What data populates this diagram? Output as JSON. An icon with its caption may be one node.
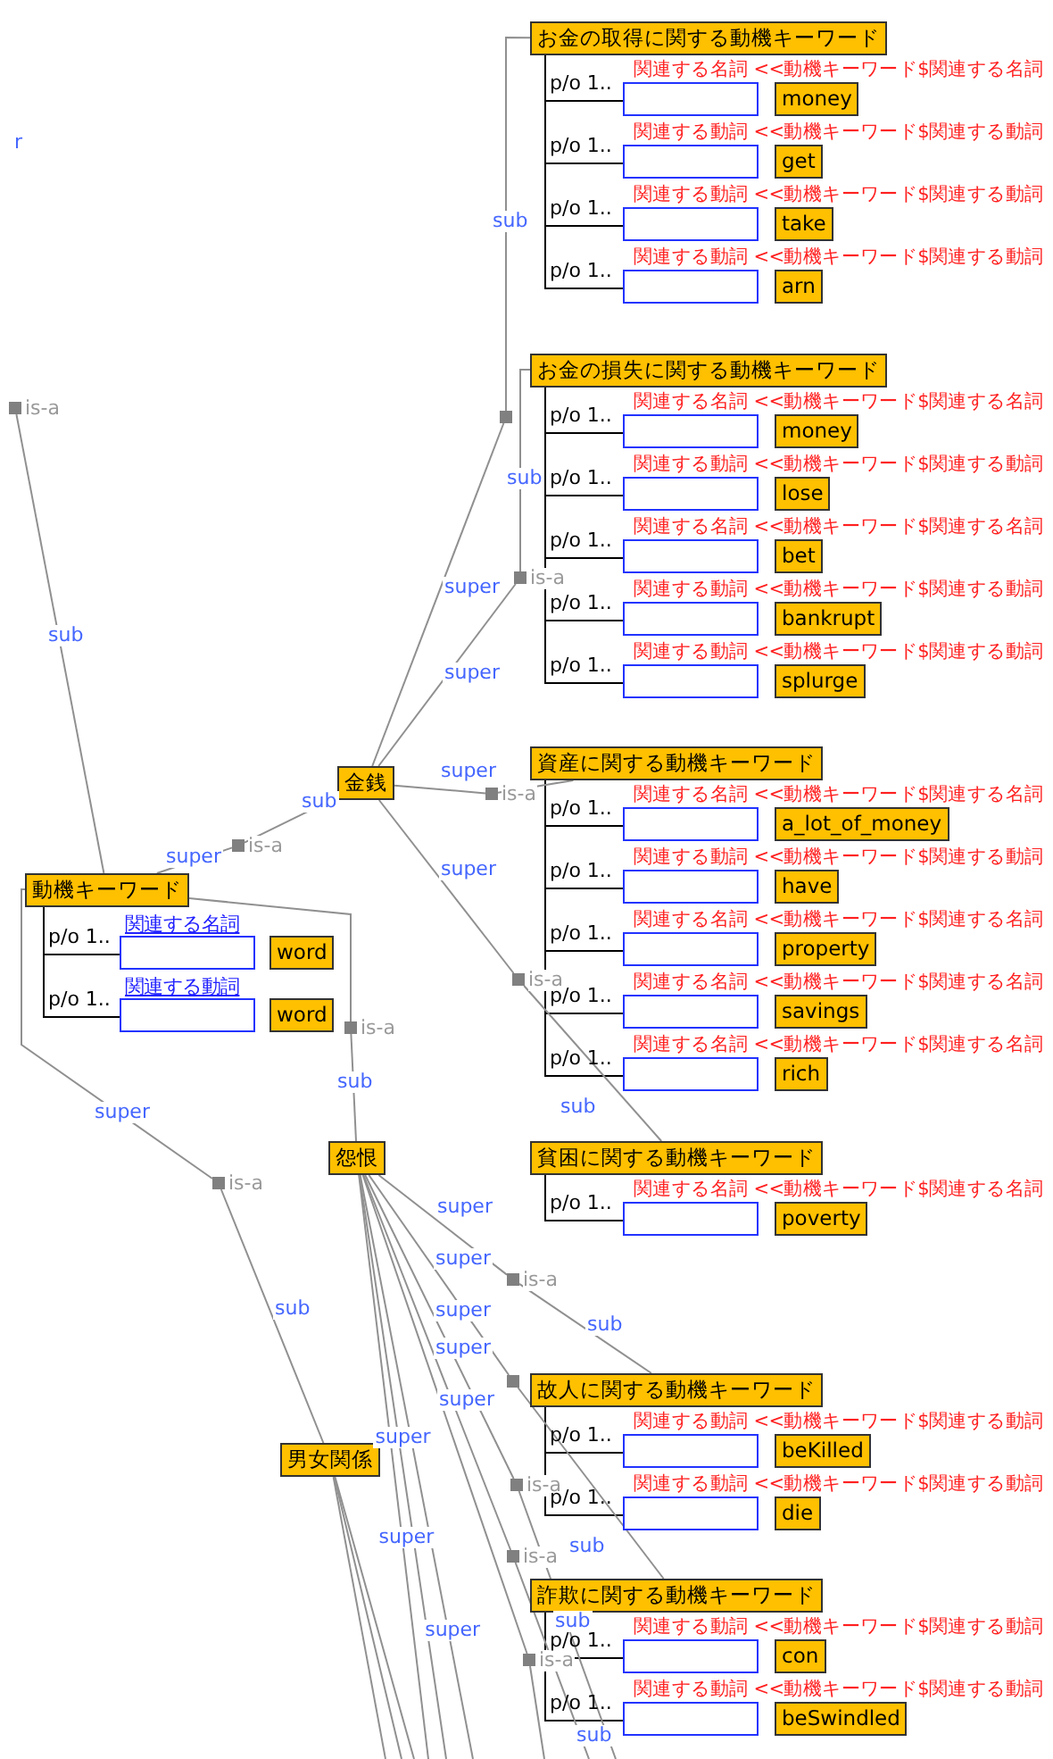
{
  "diagram": {
    "nodes": [
      {
        "text": [
          "動機キーワード"
        ]
      },
      {
        "text": [
          "関連する名詞"
        ]
      },
      {
        "text": [
          "word"
        ]
      },
      {
        "text": [
          "関連する動詞"
        ]
      },
      {
        "text": [
          "word"
        ]
      },
      {
        "text": [
          "金銭"
        ]
      },
      {
        "text": [
          "怨恨"
        ]
      },
      {
        "text": [
          "男女関係"
        ]
      },
      {
        "text": [
          "お金の取得に関する動機キーワード"
        ]
      },
      {
        "text": [
          "関連する名詞 <<動機キーワード$関連する名詞"
        ]
      },
      {
        "text": [
          "money"
        ]
      },
      {
        "text": [
          "関連する動詞 <<動機キーワード$関連する動詞"
        ]
      },
      {
        "text": [
          "get"
        ]
      },
      {
        "text": [
          "関連する動詞 <<動機キーワード$関連する動詞"
        ]
      },
      {
        "text": [
          "take"
        ]
      },
      {
        "text": [
          "関連する動詞 <<動機キーワード$関連する動詞"
        ]
      },
      {
        "text": [
          "arn"
        ]
      },
      {
        "text": [
          "お金の損失に関する動機キーワード"
        ]
      },
      {
        "text": [
          "関連する名詞 <<動機キーワード$関連する名詞"
        ]
      },
      {
        "text": [
          "money"
        ]
      },
      {
        "text": [
          "関連する動詞 <<動機キーワード$関連する動詞"
        ]
      },
      {
        "text": [
          "lose"
        ]
      },
      {
        "text": [
          "関連する名詞 <<動機キーワード$関連する名詞"
        ]
      },
      {
        "text": [
          "bet"
        ]
      },
      {
        "text": [
          "関連する動詞 <<動機キーワード$関連する動詞"
        ]
      },
      {
        "text": [
          "bankrupt"
        ]
      },
      {
        "text": [
          "関連する動詞 <<動機キーワード$関連する動詞"
        ]
      },
      {
        "text": [
          "splurge"
        ]
      },
      {
        "text": [
          "資産に関する動機キーワード"
        ]
      },
      {
        "text": [
          "関連する名詞 <<動機キーワード$関連する名詞"
        ]
      },
      {
        "text": [
          "a_lot_of_money"
        ]
      },
      {
        "text": [
          "関連する動詞 <<動機キーワード$関連する動詞"
        ]
      },
      {
        "text": [
          "have"
        ]
      },
      {
        "text": [
          "関連する名詞 <<動機キーワード$関連する名詞"
        ]
      },
      {
        "text": [
          "property"
        ]
      },
      {
        "text": [
          "関連する名詞 <<動機キーワード$関連する名詞"
        ]
      },
      {
        "text": [
          "savings"
        ]
      },
      {
        "text": [
          "関連する名詞 <<動機キーワード$関連する名詞"
        ]
      },
      {
        "text": [
          "rich"
        ]
      },
      {
        "text": [
          "貧困に関する動機キーワード"
        ]
      },
      {
        "text": [
          "関連する名詞 <<動機キーワード$関連する名詞"
        ]
      },
      {
        "text": [
          "poverty"
        ]
      },
      {
        "text": [
          "故人に関する動機キーワード"
        ]
      },
      {
        "text": [
          "関連する動詞 <<動機キーワード$関連する動詞"
        ]
      },
      {
        "text": [
          "beKilled"
        ]
      },
      {
        "text": [
          "関連する動詞 <<動機キーワード$関連する動詞"
        ]
      },
      {
        "text": [
          "die"
        ]
      },
      {
        "text": [
          "詐欺に関する動機キーワード"
        ]
      },
      {
        "text": [
          "関連する動詞 <<動機キーワード$関連する動詞"
        ]
      },
      {
        "text": [
          "con"
        ]
      },
      {
        "text": [
          "関連する動詞 <<動機キーワード$関連する動詞"
        ]
      },
      {
        "text": [
          "beSwindled"
        ]
      },
      {
        "text": [],
        "shape": "box",
        "beside": [
          "is-a"
        ]
      },
      {
        "text": [],
        "shape": "box",
        "beside": [
          "is-a"
        ]
      },
      {
        "text": [],
        "shape": "box",
        "beside": [
          "is-a"
        ]
      },
      {
        "text": [],
        "shape": "box",
        "beside": [
          "is-a"
        ]
      },
      {
        "text": [],
        "shape": "box"
      },
      {
        "text": [],
        "shape": "box",
        "beside": [
          "is-a"
        ]
      },
      {
        "text": [],
        "shape": "box",
        "beside": [
          "is-a"
        ]
      },
      {
        "text": [],
        "shape": "box",
        "beside": [
          "is-a"
        ]
      },
      {
        "text": [],
        "shape": "box",
        "beside": [
          "is-a"
        ]
      },
      {
        "text": [],
        "shape": "box"
      },
      {
        "text": [],
        "shape": "box",
        "beside": [
          "is-a"
        ]
      },
      {
        "text": [],
        "shape": "box",
        "beside": [
          "is-a"
        ]
      },
      {
        "text": [],
        "shape": "box",
        "beside": [
          "is-a"
        ]
      }
    ],
    "edges": [
      {
        "from": 0,
        "to": 1,
        "arrow": "none",
        "label": "p/o 1..",
        "color": "#000000"
      },
      {
        "from": 0,
        "to": 3,
        "arrow": "none",
        "label": "p/o 1..",
        "color": "#000000"
      },
      {
        "from": 8,
        "to": 9,
        "arrow": "none",
        "label": "p/o 1..",
        "color": "#000000"
      },
      {
        "from": 8,
        "to": 11,
        "arrow": "none",
        "label": "p/o 1..",
        "color": "#000000"
      },
      {
        "from": 8,
        "to": 13,
        "arrow": "none",
        "label": "p/o 1..",
        "color": "#000000"
      },
      {
        "from": 8,
        "to": 15,
        "arrow": "none",
        "label": "p/o 1..",
        "color": "#000000"
      },
      {
        "from": 17,
        "to": 18,
        "arrow": "none",
        "label": "p/o 1..",
        "color": "#000000"
      },
      {
        "from": 17,
        "to": 20,
        "arrow": "none",
        "label": "p/o 1..",
        "color": "#000000"
      },
      {
        "from": 17,
        "to": 22,
        "arrow": "none",
        "label": "p/o 1..",
        "color": "#000000"
      },
      {
        "from": 17,
        "to": 24,
        "arrow": "none",
        "label": "p/o 1..",
        "color": "#000000"
      },
      {
        "from": 17,
        "to": 26,
        "arrow": "none",
        "label": "p/o 1..",
        "color": "#000000"
      },
      {
        "from": 28,
        "to": 29,
        "arrow": "none",
        "label": "p/o 1..",
        "color": "#000000"
      },
      {
        "from": 28,
        "to": 31,
        "arrow": "none",
        "label": "p/o 1..",
        "color": "#000000"
      },
      {
        "from": 28,
        "to": 33,
        "arrow": "none",
        "label": "p/o 1..",
        "color": "#000000"
      },
      {
        "from": 28,
        "to": 35,
        "arrow": "none",
        "label": "p/o 1..",
        "color": "#000000"
      },
      {
        "from": 28,
        "to": 37,
        "arrow": "none",
        "label": "p/o 1..",
        "color": "#000000"
      },
      {
        "from": 39,
        "to": 40,
        "arrow": "none",
        "label": "p/o 1..",
        "color": "#000000"
      },
      {
        "from": 42,
        "to": 43,
        "arrow": "none",
        "label": "p/o 1..",
        "color": "#000000"
      },
      {
        "from": 42,
        "to": 45,
        "arrow": "none",
        "label": "p/o 1..",
        "color": "#000000"
      },
      {
        "from": 47,
        "to": 48,
        "arrow": "none",
        "label": "p/o 1..",
        "color": "#000000"
      },
      {
        "from": 47,
        "to": 50,
        "arrow": "none",
        "label": "p/o 1..",
        "color": "#000000"
      },
      {
        "from": 52,
        "to": 0,
        "arrow": "none",
        "label": "sub"
      },
      {
        "from": 53,
        "to": 0,
        "arrow": "none",
        "label": "super"
      },
      {
        "from": 53,
        "to": 5,
        "arrow": "none",
        "label": "sub"
      },
      {
        "from": 54,
        "to": 0,
        "arrow": "none"
      },
      {
        "from": 54,
        "to": 6,
        "arrow": "none",
        "label": "sub"
      },
      {
        "from": 55,
        "to": 0,
        "arrow": "none",
        "label": "super"
      },
      {
        "from": 55,
        "to": 7,
        "arrow": "none",
        "label": "sub"
      },
      {
        "from": 56,
        "to": 5,
        "arrow": "none",
        "label": "super"
      },
      {
        "from": 56,
        "to": 8,
        "arrow": "none",
        "label": "sub"
      },
      {
        "from": 57,
        "to": 5,
        "arrow": "none",
        "label": "super"
      },
      {
        "from": 57,
        "to": 17,
        "arrow": "none",
        "label": "sub"
      },
      {
        "from": 58,
        "to": 5,
        "arrow": "none",
        "label": "super"
      },
      {
        "from": 58,
        "to": 28,
        "arrow": "none"
      },
      {
        "from": 59,
        "to": 5,
        "arrow": "none",
        "label": "super"
      },
      {
        "from": 59,
        "to": 39,
        "arrow": "none",
        "label": "sub"
      },
      {
        "from": 60,
        "to": 6,
        "arrow": "none",
        "label": "super"
      },
      {
        "from": 60,
        "to": 42,
        "arrow": "none",
        "label": "sub"
      },
      {
        "from": 61,
        "to": 6,
        "arrow": "none",
        "label": "super"
      },
      {
        "from": 61,
        "to": 47,
        "arrow": "none",
        "label": "sub"
      },
      {
        "from": 62,
        "to": 6,
        "arrow": "none",
        "label": "super"
      },
      {
        "from": 62,
        "to": null,
        "arrow": "none",
        "label": "sub"
      },
      {
        "from": 63,
        "to": 6,
        "arrow": "none",
        "label": "super"
      },
      {
        "from": 63,
        "to": null,
        "arrow": "none",
        "label": "sub"
      },
      {
        "from": 64,
        "to": 6,
        "arrow": "none",
        "label": "super"
      },
      {
        "from": 64,
        "to": null,
        "arrow": "none"
      },
      {
        "from": 6,
        "to": null,
        "arrow": "none",
        "label": "super"
      },
      {
        "from": 6,
        "to": null,
        "arrow": "none",
        "label": "super"
      },
      {
        "from": 6,
        "to": null,
        "arrow": "none",
        "label": "super"
      },
      {
        "from": 7,
        "to": null,
        "arrow": "none"
      },
      {
        "from": 7,
        "to": null,
        "arrow": "none"
      },
      {
        "from": 7,
        "to": null,
        "arrow": "none"
      }
    ],
    "labels": [
      "r"
    ]
  }
}
